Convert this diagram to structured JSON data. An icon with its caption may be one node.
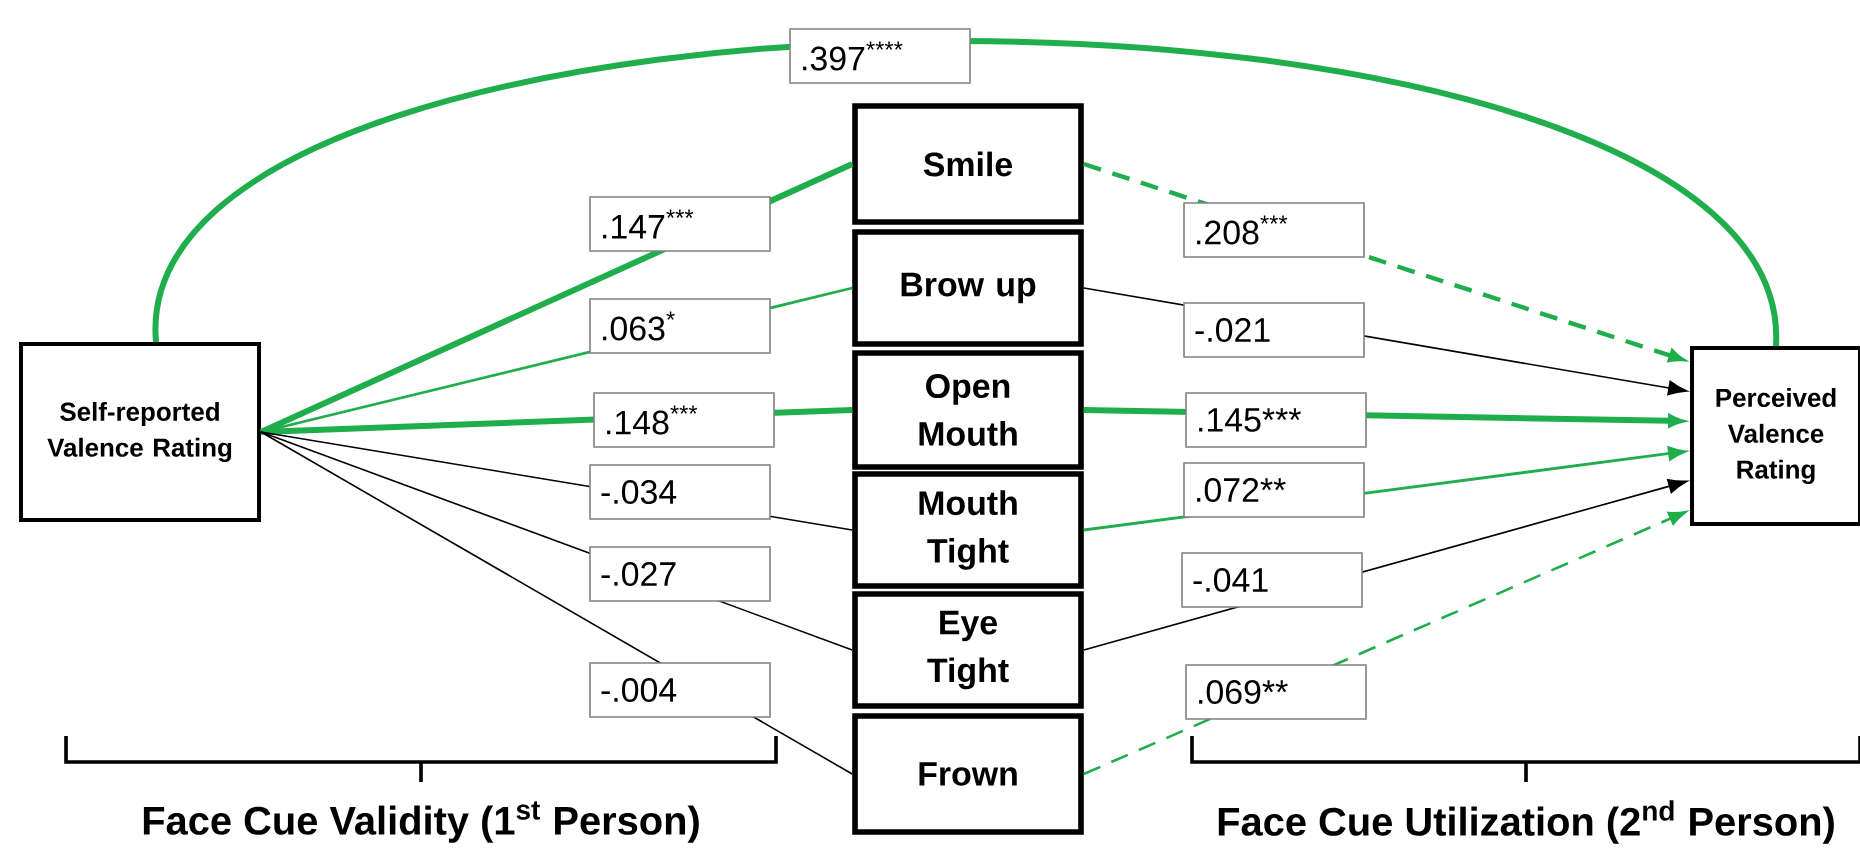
{
  "diagram": {
    "nodes": [
      {
        "text": [
          "Self-reported Valence Rating"
        ]
      },
      {
        "text": [
          "Smile"
        ]
      },
      {
        "text": [
          "Brow up"
        ]
      },
      {
        "text": [
          "Open Mouth"
        ]
      },
      {
        "text": [
          "Mouth Tight"
        ]
      },
      {
        "text": [
          "Eye Tight"
        ]
      },
      {
        "text": [
          "Frown"
        ]
      },
      {
        "text": [
          "Perceived Valence Rating"
        ]
      }
    ],
    "edges": [
      {
        "from": 0,
        "to": 1,
        "arrow": "none",
        "label": ".147$^{***}$",
        "style": "thick"
      },
      {
        "from": 0,
        "to": 2,
        "arrow": "none",
        "label": ".063$^{*}$"
      },
      {
        "from": 0,
        "to": 3,
        "arrow": "none",
        "label": ".148$^{***}$",
        "style": "thick"
      },
      {
        "from": 0,
        "to": 4,
        "arrow": "none",
        "label": "-.034",
        "color": "#000000"
      },
      {
        "from": 0,
        "to": 5,
        "arrow": "none",
        "label": "-.027",
        "color": "#000000"
      },
      {
        "from": 0,
        "to": 6,
        "arrow": "none",
        "label": "-.004",
        "color": "#000000"
      },
      {
        "from": 1,
        "to": 7,
        "arrow": "to",
        "label": ".208$^{***}$",
        "style": "dashed"
      },
      {
        "from": 2,
        "to": 7,
        "arrow": "to",
        "label": "-.021",
        "color": "#000000"
      },
      {
        "from": 3,
        "to": 7,
        "arrow": "to",
        "label": ".145***",
        "style": "thick"
      },
      {
        "from": 4,
        "to": 7,
        "arrow": "to",
        "label": ".072**"
      },
      {
        "from": 5,
        "to": 7,
        "arrow": "to",
        "label": "-.041",
        "color": "#000000"
      },
      {
        "from": 6,
        "to": 7,
        "arrow": "to",
        "label": ".069**",
        "style": "dashed"
      },
      {
        "from": 0,
        "to": 7,
        "arrow": "none",
        "label": ".397$^{****}$",
        "style": "thick"
      }
    ],
    "labels": [
      "Face Cue Validity (1$^{st}$ Person)",
      "Face Cue Utilization (2$^{nd}$ Person)"
    ]
  }
}
